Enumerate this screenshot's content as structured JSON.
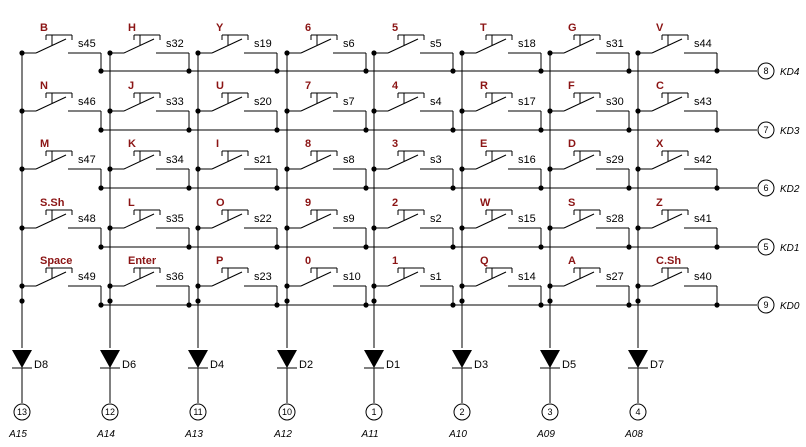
{
  "colors": {
    "key_label": "#8b1414",
    "wire": "#000000",
    "background": "#ffffff"
  },
  "rows": [
    {
      "signal": "KD4",
      "pin": "8",
      "keys": [
        {
          "key": "B",
          "sw": "s45"
        },
        {
          "key": "H",
          "sw": "s32"
        },
        {
          "key": "Y",
          "sw": "s19"
        },
        {
          "key": "6",
          "sw": "s6"
        },
        {
          "key": "5",
          "sw": "s5"
        },
        {
          "key": "T",
          "sw": "s18"
        },
        {
          "key": "G",
          "sw": "s31"
        },
        {
          "key": "V",
          "sw": "s44"
        }
      ]
    },
    {
      "signal": "KD3",
      "pin": "7",
      "keys": [
        {
          "key": "N",
          "sw": "s46"
        },
        {
          "key": "J",
          "sw": "s33"
        },
        {
          "key": "U",
          "sw": "s20"
        },
        {
          "key": "7",
          "sw": "s7"
        },
        {
          "key": "4",
          "sw": "s4"
        },
        {
          "key": "R",
          "sw": "s17"
        },
        {
          "key": "F",
          "sw": "s30"
        },
        {
          "key": "C",
          "sw": "s43"
        }
      ]
    },
    {
      "signal": "KD2",
      "pin": "6",
      "keys": [
        {
          "key": "M",
          "sw": "s47"
        },
        {
          "key": "K",
          "sw": "s34"
        },
        {
          "key": "I",
          "sw": "s21"
        },
        {
          "key": "8",
          "sw": "s8"
        },
        {
          "key": "3",
          "sw": "s3"
        },
        {
          "key": "E",
          "sw": "s16"
        },
        {
          "key": "D",
          "sw": "s29"
        },
        {
          "key": "X",
          "sw": "s42"
        }
      ]
    },
    {
      "signal": "KD1",
      "pin": "5",
      "keys": [
        {
          "key": "S.Sh",
          "sw": "s48"
        },
        {
          "key": "L",
          "sw": "s35"
        },
        {
          "key": "O",
          "sw": "s22"
        },
        {
          "key": "9",
          "sw": "s9"
        },
        {
          "key": "2",
          "sw": "s2"
        },
        {
          "key": "W",
          "sw": "s15"
        },
        {
          "key": "S",
          "sw": "s28"
        },
        {
          "key": "Z",
          "sw": "s41"
        }
      ]
    },
    {
      "signal": "KD0",
      "pin": "9",
      "keys": [
        {
          "key": "Space",
          "sw": "s49"
        },
        {
          "key": "Enter",
          "sw": "s36"
        },
        {
          "key": "P",
          "sw": "s23"
        },
        {
          "key": "0",
          "sw": "s10"
        },
        {
          "key": "1",
          "sw": "s1"
        },
        {
          "key": "Q",
          "sw": "s14"
        },
        {
          "key": "A",
          "sw": "s27"
        },
        {
          "key": "C.Sh",
          "sw": "s40"
        }
      ]
    }
  ],
  "columns": [
    {
      "diode": "D8",
      "pin": "13",
      "addr": "A15"
    },
    {
      "diode": "D6",
      "pin": "12",
      "addr": "A14"
    },
    {
      "diode": "D4",
      "pin": "11",
      "addr": "A13"
    },
    {
      "diode": "D2",
      "pin": "10",
      "addr": "A12"
    },
    {
      "diode": "D1",
      "pin": "1",
      "addr": "A11"
    },
    {
      "diode": "D3",
      "pin": "2",
      "addr": "A10"
    },
    {
      "diode": "D5",
      "pin": "3",
      "addr": "A09"
    },
    {
      "diode": "D7",
      "pin": "4",
      "addr": "A08"
    }
  ]
}
